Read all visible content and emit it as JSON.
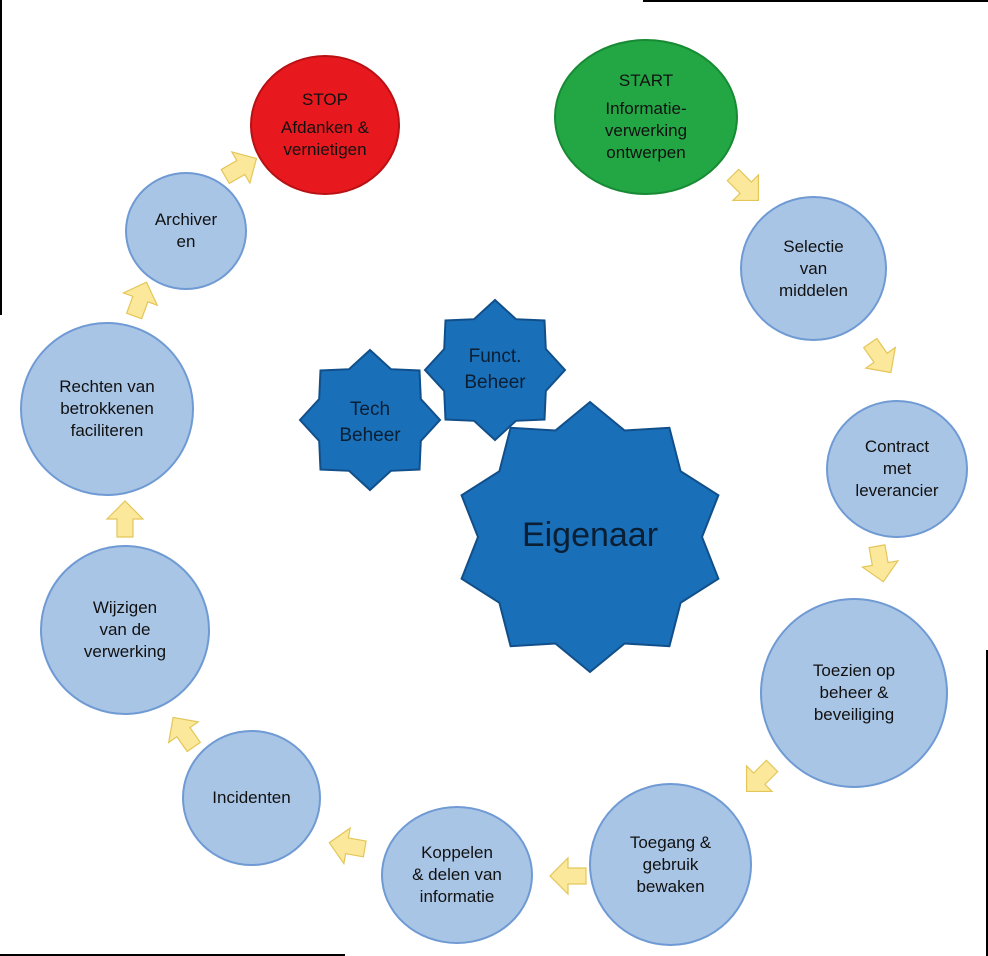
{
  "center_roles": {
    "owner": "Eigenaar",
    "functional": [
      "Funct.",
      "Beheer"
    ],
    "technical": [
      "Tech",
      "Beheer"
    ]
  },
  "start_node": {
    "heading": "START",
    "lines": [
      "Informatie-",
      "verwerking",
      "ontwerpen"
    ]
  },
  "stop_node": {
    "heading": "STOP",
    "lines": [
      "Afdanken &",
      "vernietigen"
    ]
  },
  "steps": [
    {
      "lines": [
        "Selectie",
        "van",
        "middelen"
      ]
    },
    {
      "lines": [
        "Contract",
        "met",
        "leverancier"
      ]
    },
    {
      "lines": [
        "Toezien op",
        "beheer &",
        "beveiliging"
      ]
    },
    {
      "lines": [
        "Toegang &",
        "gebruik",
        "bewaken"
      ]
    },
    {
      "lines": [
        "Koppelen",
        "& delen van",
        "informatie"
      ]
    },
    {
      "lines": [
        "Incidenten"
      ]
    },
    {
      "lines": [
        "Wijzigen",
        "van de",
        "verwerking"
      ]
    },
    {
      "lines": [
        "Rechten van",
        "betrokkenen",
        "faciliteren"
      ]
    },
    {
      "lines": [
        "Archiver",
        "en"
      ]
    }
  ],
  "colors": {
    "step_fill": "#a9c5e6",
    "start_fill": "#23a745",
    "stop_fill": "#e8191e",
    "star_fill": "#1a6fb9",
    "arrow_fill": "#fbe89a"
  }
}
